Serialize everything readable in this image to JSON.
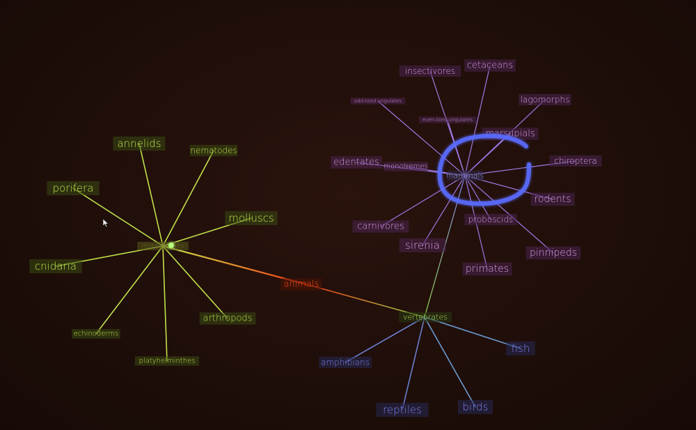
{
  "colors": {
    "background": "#1f0e09",
    "invertebrate": "#b8e14a",
    "vertebrate": "#8fd14a",
    "mammal": "#c98be0",
    "blue_group": "#6f73e6",
    "root": "#ff4a1a",
    "lasso": "#5a6cff"
  },
  "root": {
    "label": "animals"
  },
  "invertebrates": {
    "label": "invertebrates",
    "children": [
      "annelids",
      "nematodes",
      "porifera",
      "molluscs",
      "cnidaria",
      "echinoderms",
      "platyhelminthes",
      "arthropods"
    ]
  },
  "vertebrates": {
    "label": "vertebrates",
    "children": [
      "amphibians",
      "reptiles",
      "birds",
      "fish"
    ]
  },
  "mammals": {
    "label": "mammals",
    "children": [
      "insectivores",
      "cetaceans",
      "odd-toed ungulates",
      "even-toed ungulates",
      "lagomorphs",
      "marsupials",
      "edentates",
      "monotremes",
      "chiroptera",
      "rodents",
      "carnivores",
      "sirenia",
      "proboscids",
      "pinnipeds",
      "primates"
    ]
  },
  "icons": {
    "cursor": "mouse-pointer-icon",
    "lasso": "lasso-selection-stroke"
  }
}
